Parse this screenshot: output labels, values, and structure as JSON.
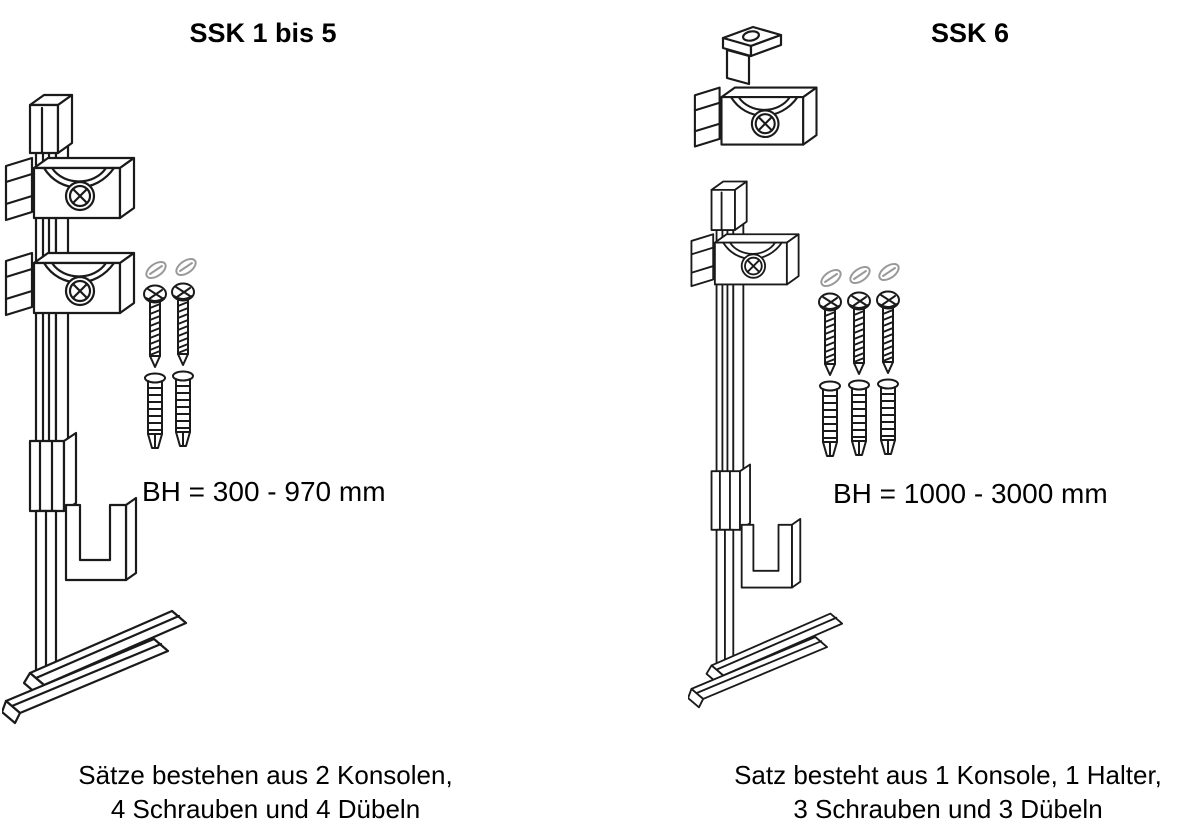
{
  "page": {
    "background_color": "#ffffff",
    "line_color": "#1a1a1a",
    "washer_color": "#999999"
  },
  "left_panel": {
    "title": "SSK 1 bis 5",
    "bh_label": "BH = 300 - 970 mm",
    "caption_line1": "Sätze bestehen aus 2 Konsolen,",
    "caption_line2": "4 Schrauben und 4 Dübeln",
    "drawing": {
      "consoles_shown": 1,
      "clamps_shown": 2,
      "washers_shown": 2,
      "screws_shown": 2,
      "wall_plugs_shown": 2
    }
  },
  "right_panel": {
    "title": "SSK 6",
    "bh_label": "BH = 1000 - 3000 mm",
    "caption_line1": "Satz besteht aus 1 Konsole, 1 Halter,",
    "caption_line2": "3 Schrauben und 3 Dübeln",
    "drawing": {
      "consoles_shown": 1,
      "holders_shown": 1,
      "clamps_shown": 1,
      "washers_shown": 3,
      "screws_shown": 3,
      "wall_plugs_shown": 3
    }
  }
}
